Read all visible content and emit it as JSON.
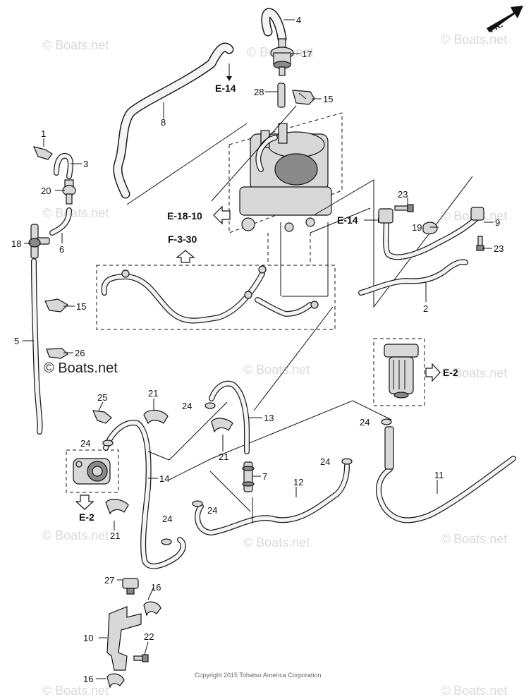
{
  "callouts": {
    "c1": "1",
    "c2": "2",
    "c3": "3",
    "c4": "4",
    "c5": "5",
    "c6": "6",
    "c7": "7",
    "c8": "8",
    "c9": "9",
    "c10": "10",
    "c11": "11",
    "c12": "12",
    "c13": "13",
    "c14": "14",
    "c15a": "15",
    "c15b": "15",
    "c16a": "16",
    "c16b": "16",
    "c17": "17",
    "c18": "18",
    "c19": "19",
    "c20": "20",
    "c21a": "21",
    "c21b": "21",
    "c21c": "21",
    "c22": "22",
    "c23a": "23",
    "c23b": "23",
    "c24a": "24",
    "c24b": "24",
    "c24c": "24",
    "c24d": "24",
    "c24e": "24",
    "c24f": "24",
    "c25": "25",
    "c26": "26",
    "c27": "27",
    "c28": "28"
  },
  "references": {
    "e14_top": "E-14",
    "e14_right": "E-14",
    "e18_10": "E-18-10",
    "f3_30": "F-3-30",
    "e2_right": "E-2",
    "e2_bottom": "E-2"
  },
  "orientation_label": "FR.",
  "watermark": {
    "text": "© Boats.net",
    "primary": "© Boats.net"
  },
  "copyright": "Copyright 2015 Tohatsu America Corporation",
  "colors": {
    "line": "#1a1a1a",
    "watermark": "#d9d9d9",
    "hose_fill": "#f4f4f4"
  }
}
